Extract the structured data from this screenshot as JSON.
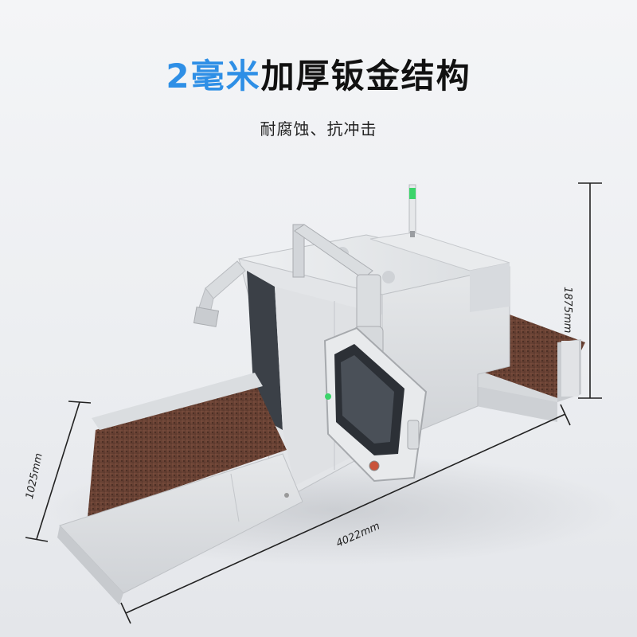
{
  "heading": {
    "accent": "2毫米",
    "rest": "加厚钣金结构"
  },
  "subheading": "耐腐蚀、抗冲击",
  "dimensions": {
    "height": "1875mm",
    "depth": "1025mm",
    "length": "4022mm"
  },
  "colors": {
    "accent": "#2e8fe6",
    "body": "#dcdee1",
    "belt": "#6a4235",
    "indicator": "#3cd46a"
  }
}
